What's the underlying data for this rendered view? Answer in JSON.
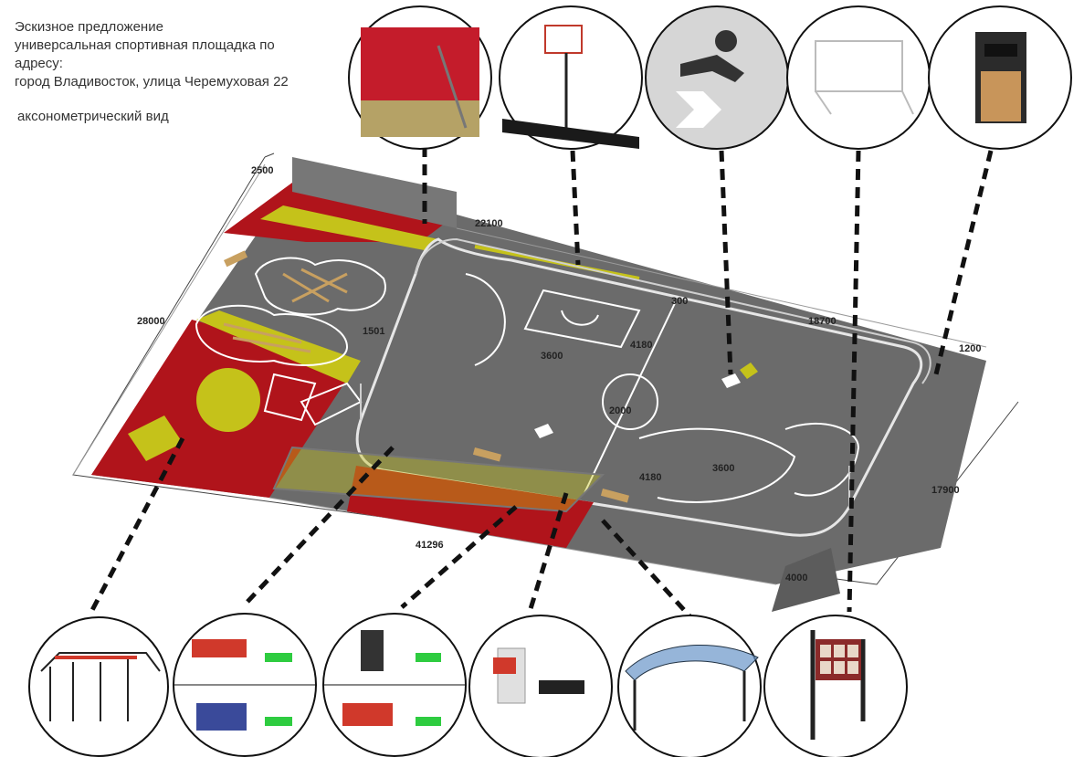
{
  "header": {
    "line1": "Эскизное предложение",
    "line2": "универсальная спортивная площадка по",
    "line3": "адресу:",
    "line4": "город Владивосток, улица Черемуховая 22",
    "view_label": "аксонометрический вид"
  },
  "dimensions": {
    "d2500": "2500",
    "d28000": "28000",
    "d22100": "22100",
    "d18700": "18700",
    "d1200": "1200",
    "d17900": "17900",
    "d41296": "41296",
    "d4000": "4000",
    "d3600a": "3600",
    "d4180a": "4180",
    "d2000": "2000",
    "d3600b": "3600",
    "d4180b": "4180",
    "d300": "300",
    "d1501": "1501"
  },
  "colors": {
    "red": "#b0141b",
    "yellow": "#c5c21a",
    "gray": "#6b6b6b",
    "dark": "#2b2b2b",
    "light_gray": "#bdbdbd"
  },
  "top_callouts": [
    {
      "icon": "climbing-wall-icon"
    },
    {
      "icon": "basketball-hoop-icon"
    },
    {
      "icon": "runner-logo-icon"
    },
    {
      "icon": "football-goal-icon"
    },
    {
      "icon": "trash-bin-icon"
    }
  ],
  "bottom_callouts": [
    {
      "icon": "workout-frame-icon"
    },
    {
      "icon": "leg-press-machine-icon"
    },
    {
      "icon": "rowing-machine-icon"
    },
    {
      "icon": "chest-press-machine-icon"
    },
    {
      "icon": "canopy-icon"
    },
    {
      "icon": "info-board-icon"
    }
  ]
}
